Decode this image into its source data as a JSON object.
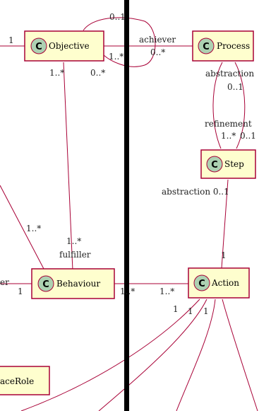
{
  "colors": {
    "border": "#a80036",
    "fill": "#fefece",
    "circle": "#add1b2",
    "line": "#a80036",
    "divider": "#000000"
  },
  "classes": {
    "objective": {
      "name": "Objective",
      "icon": "class-icon"
    },
    "process": {
      "name": "Process",
      "icon": "class-icon"
    },
    "step": {
      "name": "Step",
      "icon": "class-icon"
    },
    "behaviour": {
      "name": "Behaviour",
      "icon": "class-icon"
    },
    "action": {
      "name": "Action",
      "icon": "class-icon"
    },
    "role_partial": {
      "name": "aceRole"
    }
  },
  "labels": {
    "obj_left_mult": "1",
    "obj_top_self": "0..1",
    "obj_right_self": "1..*",
    "obj_bottom_left": "1..*",
    "obj_bottom_right": "0..*",
    "achiever": "achiever",
    "achiever_mult": "0..*",
    "abstraction_top": "abstraction",
    "abstraction_top_mult": "0..1",
    "refinement": "refinement",
    "refinement_mult": "1..*",
    "refinement_mult2": "0..1",
    "step_abstraction": "abstraction 0..1",
    "left_diag_mult": "1..*",
    "fulfiller_mult": "1..*",
    "fulfiller": "fulfiller",
    "behav_left_cut": "er",
    "behav_left_mult": "1",
    "behav_right_mult": "1..*",
    "action_left_mult": "1..*",
    "action_top_mult": "1",
    "action_below_1": "1",
    "action_below_2": "1",
    "action_below_3": "1"
  }
}
